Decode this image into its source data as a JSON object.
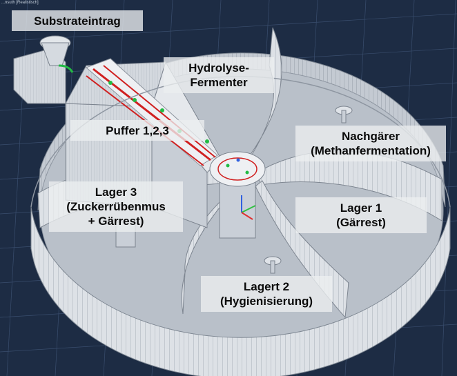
{
  "view": {
    "caption": "...nsuth [Realistisch]"
  },
  "labels": {
    "substrateintrag": [
      "Substrateintrag"
    ],
    "hydrolyse": [
      "Hydrolyse-",
      "Fermenter"
    ],
    "puffer": [
      "Puffer 1,2,3"
    ],
    "nachgaerer": [
      "Nachgärer",
      "(Methanfermentation)"
    ],
    "lager3": [
      "Lager 3",
      "(Zuckerrübenmus",
      "+ Gärrest)"
    ],
    "lager1": [
      "Lager 1",
      "(Gärrest)"
    ],
    "lager2": [
      "Lagert 2",
      "(Hygienisierung)"
    ]
  },
  "colors": {
    "background": "#1d2c44",
    "grid": "#3a4e6e",
    "tank_wall": "#dfe3e8",
    "pipe_red": "#d02020",
    "valve_green": "#22bb44",
    "axis_x": "#e03030",
    "axis_y": "#30c040",
    "axis_z": "#3060e0"
  }
}
